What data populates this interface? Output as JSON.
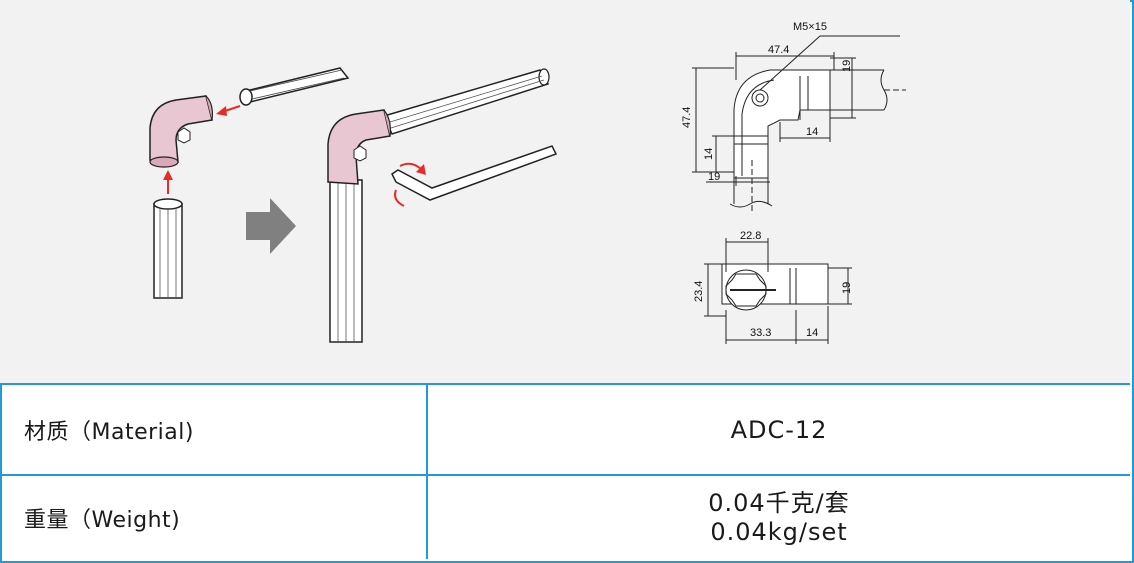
{
  "drawing": {
    "dim_screw": "M5×15",
    "dim_top_width": "47.4",
    "dim_side_height": "47.4",
    "dim_right_19": "19",
    "dim_inner_14_h": "14",
    "dim_left_14": "14",
    "dim_bottom_19": "19",
    "dim_plan_width": "22.8",
    "dim_plan_height": "23.4",
    "dim_plan_19": "19",
    "dim_plan_33": "33.3",
    "dim_plan_14": "14"
  },
  "table": {
    "rows": [
      {
        "label": "材质（Material)",
        "value": "ADC-12"
      },
      {
        "label": "重量（Weight)",
        "value_lines": [
          "0.04千克/套",
          "0.04kg/set"
        ]
      }
    ]
  },
  "colors": {
    "border": "#1f9bd7",
    "illustration_bg": "#f2f2f2",
    "joint_pink": "#e8c6d2",
    "arrow_red": "#e52d27",
    "big_arrow": "#808080"
  }
}
